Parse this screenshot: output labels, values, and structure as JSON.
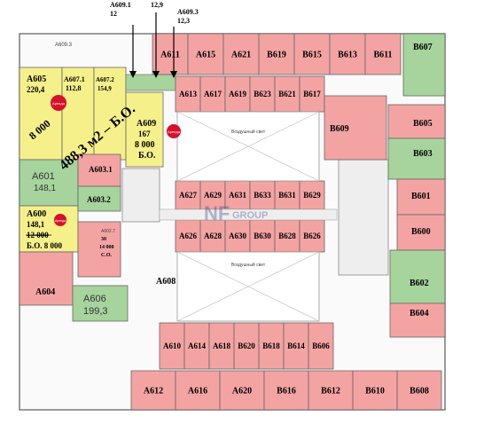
{
  "colors": {
    "pink": "#f4a3a3",
    "green": "#a6d49c",
    "yellow": "#f5f08a",
    "wall": "#7a7a7a",
    "atrium": "#ffffff",
    "badge": "#d8102a"
  },
  "top_labels": {
    "t1a": "А609.1",
    "t1b": "12",
    "t2": "12,9",
    "t3a": "А609.3",
    "t3b": "12,3",
    "a6093": "А609.3"
  },
  "rooms": {
    "A605": {
      "name": "А605",
      "area": "220,4"
    },
    "A6071": {
      "name": "А607.1",
      "area": "112,8"
    },
    "A6072": {
      "name": "А607.2",
      "area": "154,9"
    },
    "A609": {
      "name": "А609",
      "area": "167",
      "price": "8 000",
      "status": "Б.О."
    },
    "A601": {
      "name": "А601",
      "area": "148,1"
    },
    "A600": {
      "name": "А600",
      "area": "148,1",
      "old_price": "12 000",
      "status_price": "Б.О. 8 000"
    },
    "A604": {
      "name": "А604"
    },
    "A606": {
      "name": "А606",
      "area": "199,3"
    },
    "A6031": {
      "name": "А603.1"
    },
    "A6032": {
      "name": "А603.2"
    },
    "A6027": {
      "name": "А602.7",
      "area": "30",
      "price": "14 000",
      "status": "С.О."
    },
    "A608": {
      "name": "А608"
    }
  },
  "combined": {
    "text": "488,3 м2 – Б.О.",
    "price": "8 000"
  },
  "badges": {
    "label": "Аренда"
  },
  "top_row": [
    "А611",
    "А615",
    "А621",
    "В619",
    "В615",
    "В613",
    "В611"
  ],
  "B607": "В607",
  "inner_top": [
    "А613",
    "А617",
    "А619",
    "В623",
    "В621",
    "В617"
  ],
  "inner_mid1": [
    "А627",
    "А629",
    "А631",
    "В633",
    "В631",
    "В629"
  ],
  "inner_mid2": [
    "А626",
    "А628",
    "А630",
    "В630",
    "В628",
    "В626"
  ],
  "inner_bot": [
    "А610",
    "А614",
    "А618",
    "В620",
    "В618",
    "В614",
    "В606"
  ],
  "bottom_row": [
    "А612",
    "А616",
    "А620",
    "В616",
    "В612",
    "В610",
    "В608"
  ],
  "right_col": {
    "B609": "В609",
    "B605": "В605",
    "B603": "В603",
    "B601": "В601",
    "B600": "В600",
    "B602": "В602",
    "B604": "В604"
  },
  "atrium_label": "Воздушный свет",
  "watermark": {
    "a": "NF",
    "b": "GROUP"
  }
}
